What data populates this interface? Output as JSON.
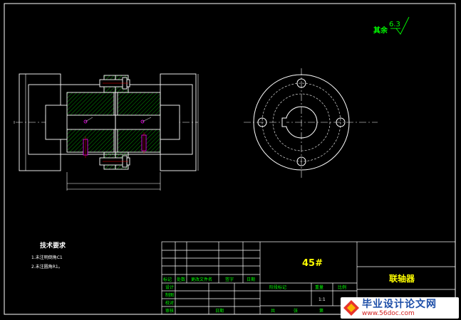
{
  "drawing": {
    "title": "联轴器",
    "material": "45#",
    "scale": "1:1"
  },
  "surface_finish": {
    "prefix": "其余",
    "value": "6.3"
  },
  "tech_requirements": {
    "heading": "技术要求",
    "items": [
      "1.未注明倒角C1",
      "2.未注圆角R1。"
    ]
  },
  "title_block": {
    "row_labels": [
      "标记",
      "处数",
      "更改文件名",
      "签字",
      "日期"
    ],
    "design": "设计",
    "draft": "制图",
    "check": "校对",
    "review": "审核",
    "date": "日期",
    "stage_mark": "阶段标记",
    "weight": "重量",
    "scale_label": "比例",
    "sheet_total": "共",
    "sheet_label": "张",
    "sheet_no": "第"
  },
  "watermark": {
    "title": "毕业设计论文网",
    "url": "www.56doc.com"
  },
  "colors": {
    "background": "#000000",
    "line_white": "#ffffff",
    "dim_cyan": "#00ffff",
    "text_green": "#00ff00",
    "text_yellow": "#ffff00",
    "hatch_green": "#00c000",
    "red": "#ff0000",
    "magenta": "#ff00ff"
  }
}
